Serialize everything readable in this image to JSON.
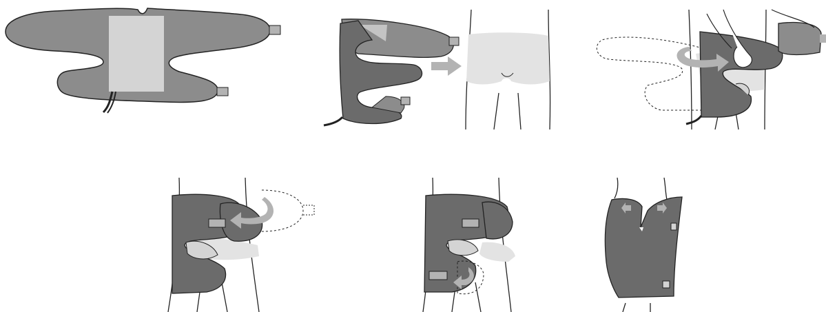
{
  "diagram": {
    "panels": [
      {
        "id": "garment-flat",
        "icon": "compression-garment-icon"
      },
      {
        "id": "align-garment",
        "icon": "arrow-right-icon"
      },
      {
        "id": "wrap-waist-band",
        "icon": "curved-arrow-icon"
      },
      {
        "id": "close-hip-flap",
        "icon": "curved-arrow-icon"
      },
      {
        "id": "wrap-thigh-flap",
        "icon": "curved-arrow-icon"
      },
      {
        "id": "finished-fit",
        "icon": "adjust-arrows-icon"
      }
    ],
    "colors": {
      "garment_dark": "#6b6b6b",
      "garment_mid": "#8c8c8c",
      "panel_light": "#d4d4d4",
      "body_fill": "#e3e3e3",
      "arrow": "#b3b3b3",
      "outline": "#222222",
      "background": "#ffffff"
    }
  }
}
